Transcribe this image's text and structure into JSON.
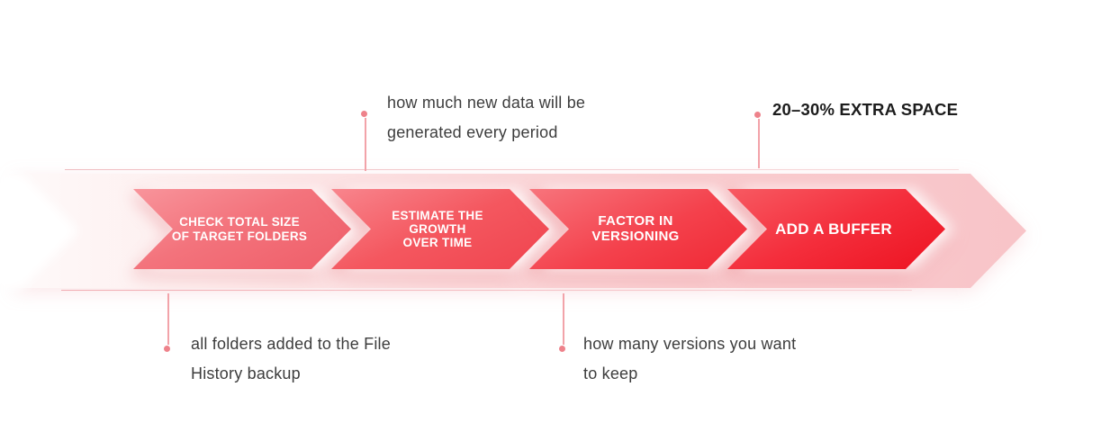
{
  "process": {
    "steps": [
      {
        "line1": "CHECK TOTAL SIZE",
        "line2": "OF TARGET FOLDERS"
      },
      {
        "line1": "ESTIMATE THE GROWTH",
        "line2": "OVER TIME"
      },
      {
        "line1": "FACTOR IN VERSIONING"
      },
      {
        "line1": "ADD A BUFFER"
      }
    ],
    "colors": {
      "track_start": "#fefafa",
      "track_end": "#f8c4c8",
      "step1": "#f3737c",
      "step2": "#f4575f",
      "step3": "#f4414c",
      "step4": "#f42e3c",
      "label_text": "#ffffff"
    }
  },
  "callouts": {
    "top1": {
      "line1": "how much new data will be",
      "line2": "generated every period"
    },
    "top2": {
      "line1": "20–30% EXTRA SPACE"
    },
    "bottom1": {
      "line1": "all folders added to the File",
      "line2": "History backup"
    },
    "bottom2": {
      "line1": "how many versions you want",
      "line2": "to keep"
    },
    "line_color": "#f2a3a9",
    "dot_color": "#ee828b",
    "text_color": "#3d3d3d",
    "bold_text_color": "#1c1c1c"
  }
}
